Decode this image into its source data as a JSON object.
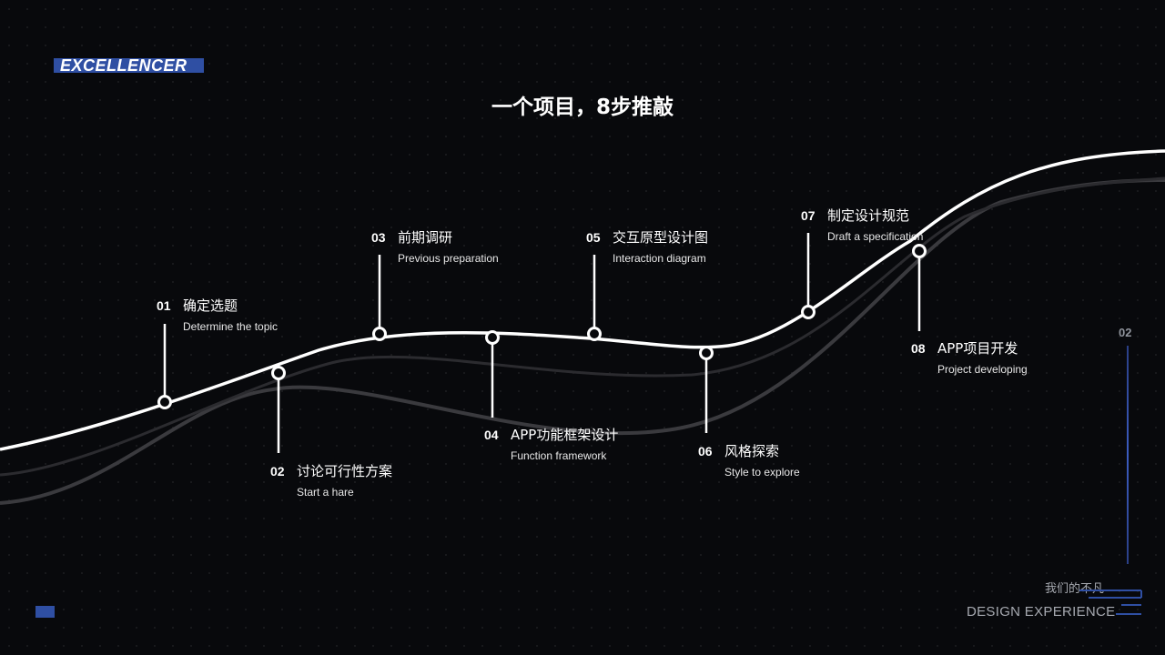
{
  "brand": {
    "label": "EXCELLENCER",
    "color": "#2f4fa3"
  },
  "title": "一个项目，8步推敲",
  "steps": [
    {
      "num": "01",
      "cn": "确定选题",
      "en": "Determine the topic"
    },
    {
      "num": "02",
      "cn": "讨论可行性方案",
      "en": "Start  a  hare"
    },
    {
      "num": "03",
      "cn": "前期调研",
      "en": "Previous preparation"
    },
    {
      "num": "04",
      "cn": "APP功能框架设计",
      "en": "Function framework"
    },
    {
      "num": "05",
      "cn": "交互原型设计图",
      "en": "Interaction diagram"
    },
    {
      "num": "06",
      "cn": "风格探索",
      "en": "Style to explore"
    },
    {
      "num": "07",
      "cn": "制定设计规范",
      "en": "Draft a specification"
    },
    {
      "num": "08",
      "cn": "APP项目开发",
      "en": "Project developing"
    }
  ],
  "page_number": "02",
  "footer": {
    "cn": "我们的不凡",
    "en": "DESIGN  EXPERIENCE"
  },
  "colors": {
    "background": "#08090c",
    "accent": "#2f4fa3",
    "curve": "#ffffff",
    "curve_muted": "#3c3c40"
  }
}
